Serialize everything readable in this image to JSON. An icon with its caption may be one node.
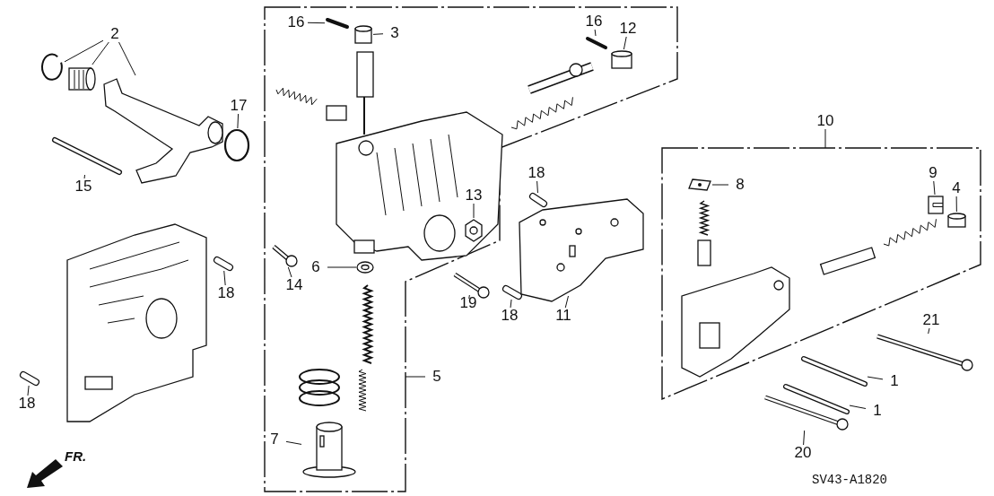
{
  "diagram": {
    "nodes": [
      {
        "text": [
          "2"
        ]
      },
      {
        "text": [],
        "shape": "picture"
      },
      {
        "text": [],
        "shape": "picture"
      },
      {
        "text": [],
        "shape": "picture"
      },
      {
        "text": [
          "17"
        ]
      },
      {
        "text": [],
        "shape": "circle"
      },
      {
        "text": [
          "15"
        ]
      },
      {
        "text": [],
        "shape": "picture"
      },
      {
        "text": [],
        "shape": "box"
      },
      {
        "text": [
          "16"
        ],
        "in": 8
      },
      {
        "text": [],
        "shape": "picture",
        "in": 8
      },
      {
        "text": [
          "3"
        ],
        "in": 8
      },
      {
        "text": [],
        "shape": "cylinder",
        "in": 8
      },
      {
        "text": [
          "16"
        ],
        "in": 8
      },
      {
        "text": [],
        "shape": "picture",
        "in": 8
      },
      {
        "text": [
          "12"
        ],
        "in": 8
      },
      {
        "text": [],
        "shape": "cylinder",
        "in": 8
      },
      {
        "text": [
          "13"
        ],
        "in": 8
      },
      {
        "text": [],
        "shape": "picture",
        "in": 8
      },
      {
        "text": [
          "10"
        ]
      },
      {
        "text": [],
        "shape": "box"
      },
      {
        "text": [
          "18"
        ]
      },
      {
        "text": [],
        "shape": "picture"
      },
      {
        "text": [
          "8"
        ],
        "in": 20
      },
      {
        "text": [],
        "shape": "picture",
        "in": 20
      },
      {
        "text": [
          "9"
        ],
        "in": 20
      },
      {
        "text": [],
        "shape": "picture",
        "in": 20
      },
      {
        "text": [
          "4"
        ],
        "in": 20
      },
      {
        "text": [],
        "shape": "cylinder",
        "in": 20
      },
      {
        "text": [
          "18"
        ]
      },
      {
        "text": [],
        "shape": "picture"
      },
      {
        "text": [
          "14"
        ],
        "in": 8
      },
      {
        "text": [],
        "shape": "picture",
        "in": 8
      },
      {
        "text": [
          "6"
        ],
        "in": 8
      },
      {
        "text": [],
        "shape": "picture",
        "in": 8
      },
      {
        "text": [
          "19"
        ]
      },
      {
        "text": [],
        "shape": "picture"
      },
      {
        "text": [
          "18"
        ]
      },
      {
        "text": [],
        "shape": "picture"
      },
      {
        "text": [
          "11"
        ]
      },
      {
        "text": [],
        "shape": "picture"
      },
      {
        "text": [
          "21"
        ]
      },
      {
        "text": [],
        "shape": "picture"
      },
      {
        "text": [
          "5"
        ]
      },
      {
        "text": [
          "18"
        ]
      },
      {
        "text": [],
        "shape": "picture"
      },
      {
        "text": [
          "1"
        ]
      },
      {
        "text": [],
        "shape": "picture"
      },
      {
        "text": [
          "1"
        ]
      },
      {
        "text": [],
        "shape": "picture"
      },
      {
        "text": [
          "20"
        ]
      },
      {
        "text": [],
        "shape": "picture"
      },
      {
        "text": [
          "7"
        ],
        "in": 8
      },
      {
        "text": [],
        "shape": "picture",
        "in": 8
      }
    ],
    "edges": [
      {
        "from": 0,
        "to": 1,
        "arrow": "none"
      },
      {
        "from": 0,
        "to": 2,
        "arrow": "none"
      },
      {
        "from": 0,
        "to": 3,
        "arrow": "none"
      },
      {
        "from": 4,
        "to": 5,
        "arrow": "none"
      },
      {
        "from": 6,
        "to": 7,
        "arrow": "none"
      },
      {
        "from": 9,
        "to": 10,
        "arrow": "none"
      },
      {
        "from": 11,
        "to": 12,
        "arrow": "none"
      },
      {
        "from": 13,
        "to": 14,
        "arrow": "none"
      },
      {
        "from": 15,
        "to": 16,
        "arrow": "none"
      },
      {
        "from": 17,
        "to": 18,
        "arrow": "none"
      },
      {
        "from": 19,
        "to": 20,
        "arrow": "none"
      },
      {
        "from": 21,
        "to": 22,
        "arrow": "none"
      },
      {
        "from": 23,
        "to": 24,
        "arrow": "none"
      },
      {
        "from": 25,
        "to": 26,
        "arrow": "none"
      },
      {
        "from": 27,
        "to": 28,
        "arrow": "none"
      },
      {
        "from": 29,
        "to": 30,
        "arrow": "none"
      },
      {
        "from": 31,
        "to": 32,
        "arrow": "none"
      },
      {
        "from": 33,
        "to": 34,
        "arrow": "none"
      },
      {
        "from": 35,
        "to": 36,
        "arrow": "none"
      },
      {
        "from": 37,
        "to": 38,
        "arrow": "none"
      },
      {
        "from": 39,
        "to": 40,
        "arrow": "none"
      },
      {
        "from": 41,
        "to": 42,
        "arrow": "none"
      },
      {
        "from": 43,
        "to": 8,
        "arrow": "none"
      },
      {
        "from": 44,
        "to": 45,
        "arrow": "none"
      },
      {
        "from": 46,
        "to": 47,
        "arrow": "none"
      },
      {
        "from": 48,
        "to": 49,
        "arrow": "none"
      },
      {
        "from": 50,
        "to": 51,
        "arrow": "none"
      },
      {
        "from": 52,
        "to": 53,
        "arrow": "none"
      }
    ],
    "labels": [
      "FR.",
      "SV43-A1820"
    ]
  }
}
